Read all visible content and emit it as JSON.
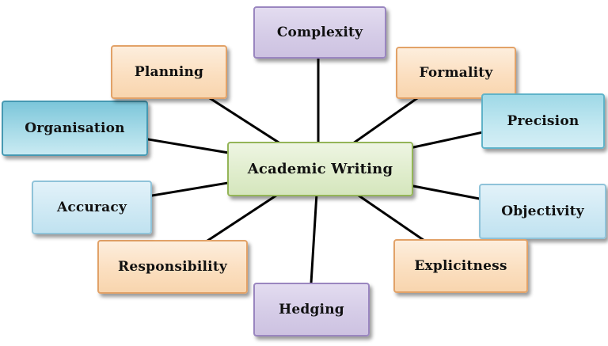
{
  "diagram": {
    "center": {
      "label": "Academic Writing",
      "theme": "green"
    },
    "nodes": [
      {
        "id": "complexity",
        "label": "Complexity",
        "theme": "purple"
      },
      {
        "id": "formality",
        "label": "Formality",
        "theme": "orange"
      },
      {
        "id": "precision",
        "label": "Precision",
        "theme": "cyan"
      },
      {
        "id": "objectivity",
        "label": "Objectivity",
        "theme": "blue"
      },
      {
        "id": "explicitness",
        "label": "Explicitness",
        "theme": "orange"
      },
      {
        "id": "hedging",
        "label": "Hedging",
        "theme": "purple"
      },
      {
        "id": "responsibility",
        "label": "Responsibility",
        "theme": "orange"
      },
      {
        "id": "accuracy",
        "label": "Accuracy",
        "theme": "blue"
      },
      {
        "id": "organisation",
        "label": "Organisation",
        "theme": "cyan-dark"
      },
      {
        "id": "planning",
        "label": "Planning",
        "theme": "orange"
      }
    ],
    "palette": {
      "purple_fill": "#d5cce7",
      "purple_border": "#9a86c0",
      "orange_fill": "#fbdfc0",
      "orange_border": "#e2a268",
      "blue_fill": "#cfe9f4",
      "blue_border": "#8fc3d9",
      "cyan_fill": "#a8dbe8",
      "cyan_border": "#4699b2",
      "green_fill": "#e0edcd",
      "green_border": "#94b558",
      "line_color": "#000000",
      "background": "#ffffff"
    }
  }
}
